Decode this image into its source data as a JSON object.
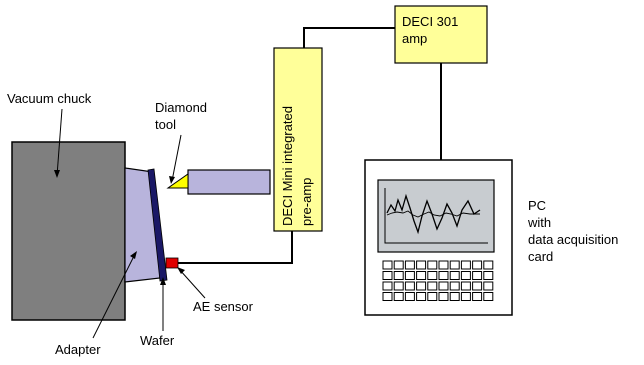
{
  "labels": {
    "vacuum_chuck": "Vacuum chuck",
    "diamond_tool_line1": "Diamond",
    "diamond_tool_line2": "tool",
    "adapter": "Adapter",
    "wafer": "Wafer",
    "ae_sensor": "AE sensor",
    "preamp_line1": "DECI Mini integrated",
    "preamp_line2": "pre-amp",
    "amp_line1": "DECI 301",
    "amp_line2": "amp",
    "pc_line1": "PC",
    "pc_line2": "with",
    "pc_line3": "data acquisition",
    "pc_line4": "card"
  },
  "colors": {
    "chuck": "#7f7f7f",
    "adapter": "#b8b4dc",
    "tool": "#b8b4dc",
    "tool_tip": "#ffff00",
    "wafer": "#1a1866",
    "sensor": "#e00000",
    "preamp_box": "#ffff99",
    "amp_box": "#ffff99",
    "pc_body": "#ffffff",
    "pc_screen": "#c8ccd0"
  },
  "icons": {
    "keyboard": "keyboard-grid-icon",
    "signal": "waveform-icon"
  }
}
